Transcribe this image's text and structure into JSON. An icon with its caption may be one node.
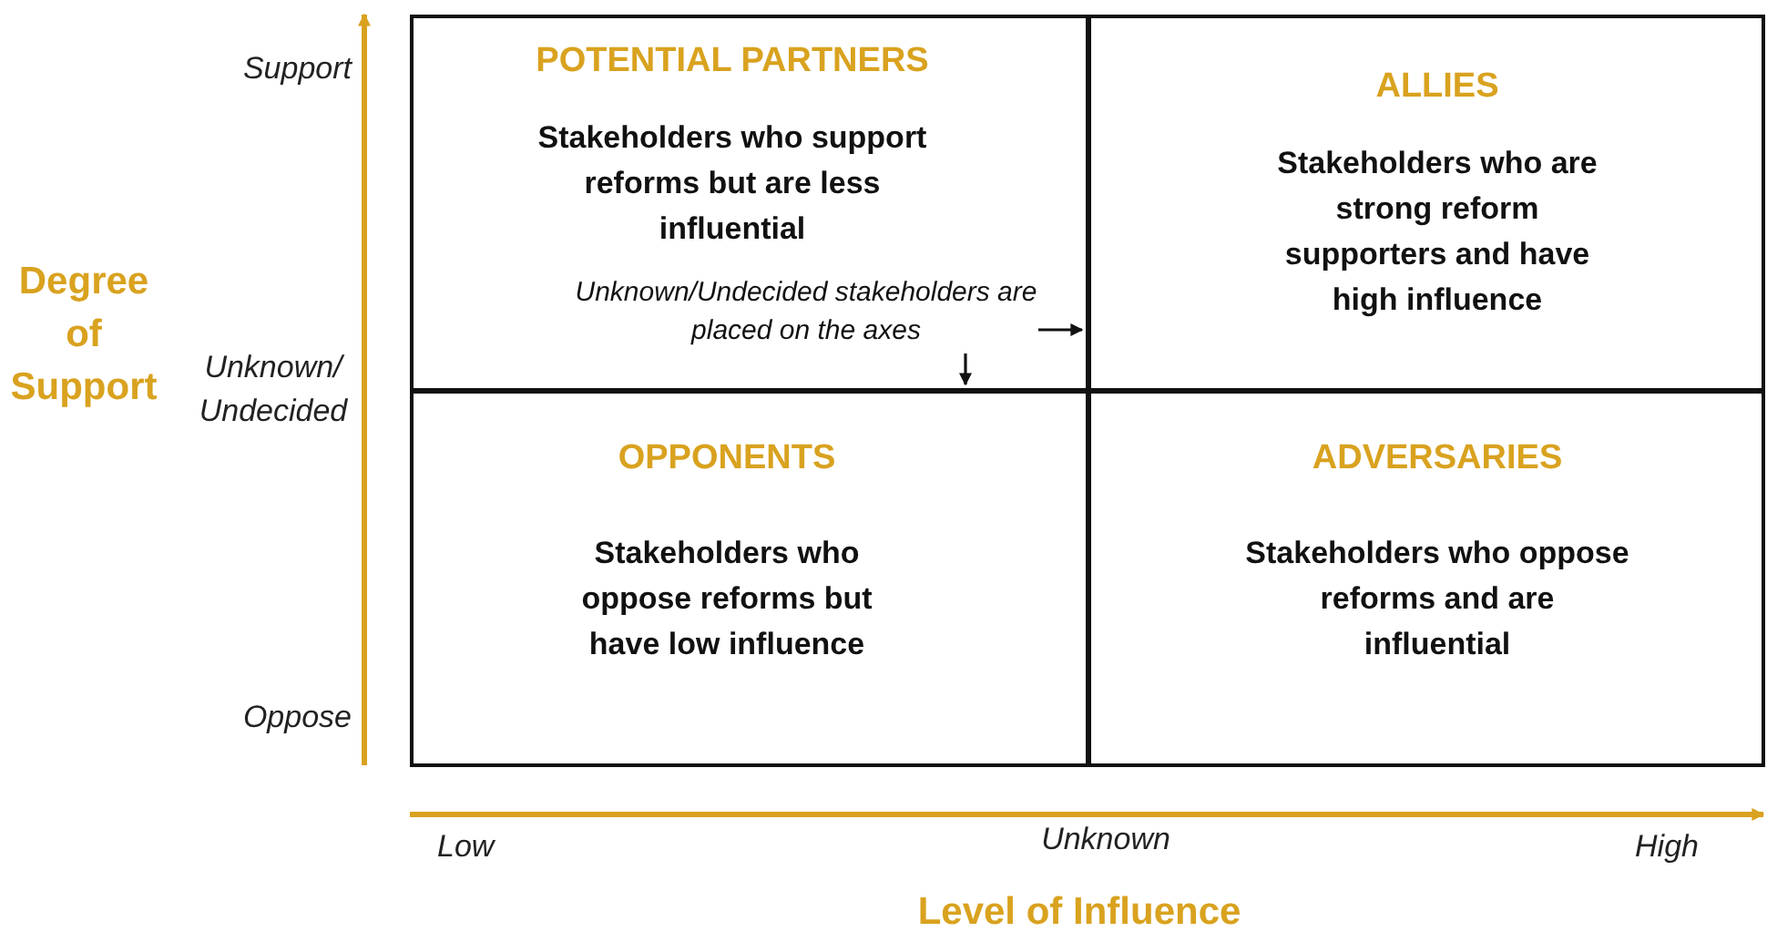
{
  "diagram": {
    "nodes": [
      {
        "text": [
          "POTENTIAL PARTNERS",
          "Stakeholders who support reforms but are less influential"
        ]
      },
      {
        "text": [
          "ALLIES",
          "Stakeholders who are strong reform supporters and have high influence"
        ]
      },
      {
        "text": [
          "OPPONENTS",
          "Stakeholders who oppose reforms but have low influence"
        ]
      },
      {
        "text": [
          "ADVERSARIES",
          "Stakeholders who oppose reforms and are influential"
        ]
      },
      {
        "text": [
          "Unknown/Undecided stakeholders are placed on the axes"
        ],
        "in": 0
      }
    ],
    "edges": [
      {
        "from": 4,
        "to": null,
        "arrow": "to"
      },
      {
        "from": 4,
        "to": null,
        "arrow": "to"
      }
    ],
    "labels": [
      "Support",
      "Degree of Support",
      "Unknown/ Undecided",
      "Oppose",
      "Low",
      "Unknown",
      "High",
      "Level of Influence"
    ]
  }
}
